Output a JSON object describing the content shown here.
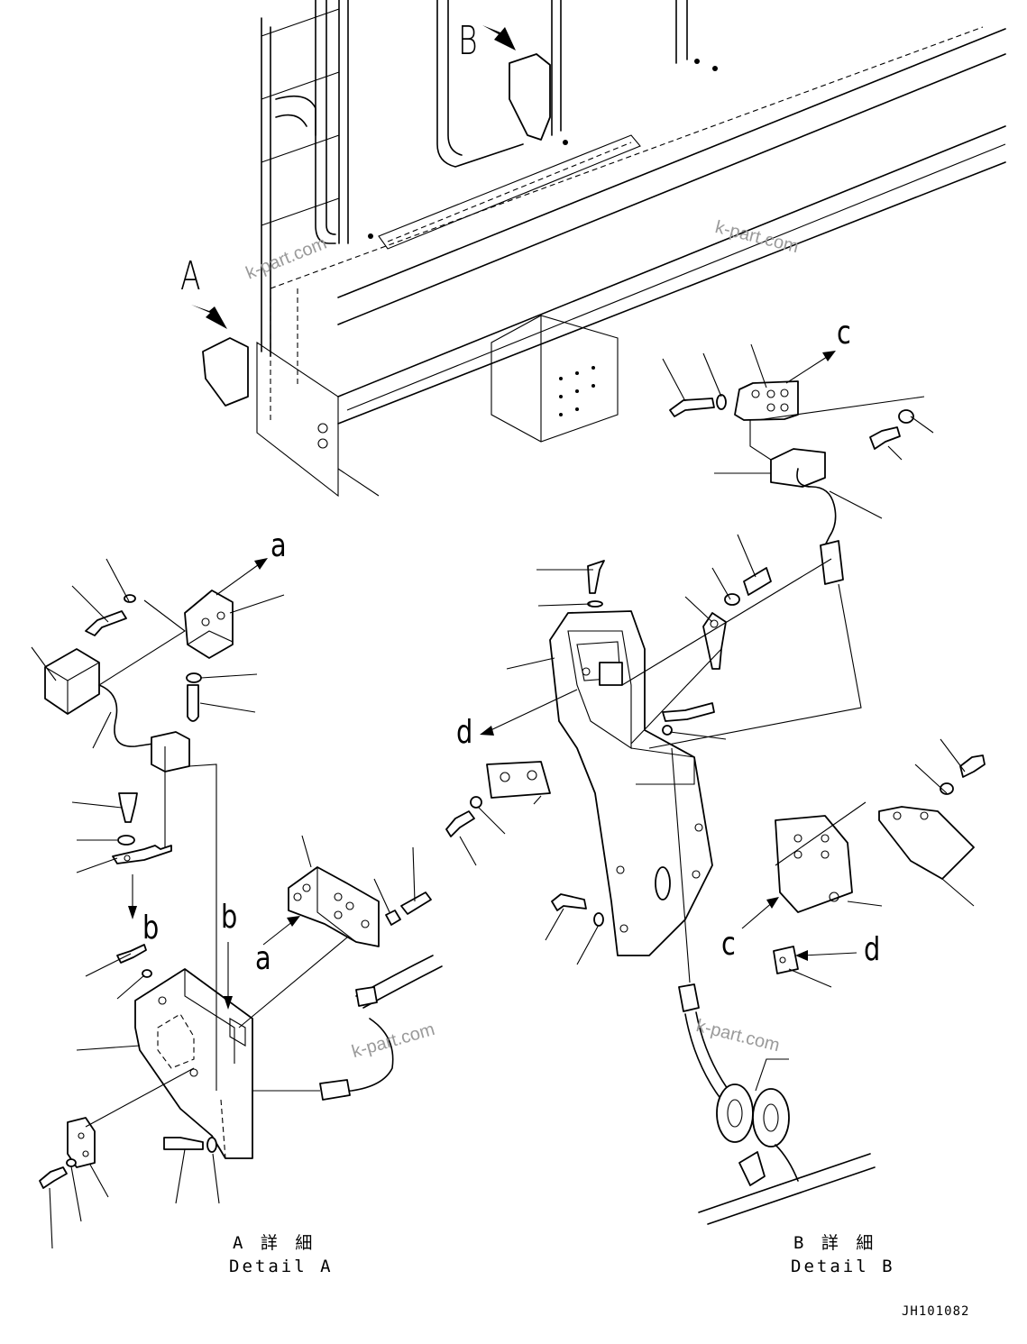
{
  "callouts": {
    "view_a": "A",
    "view_b": "B",
    "ref_a1": "a",
    "ref_a2": "a",
    "ref_b1": "b",
    "ref_b2": "b",
    "ref_c1": "c",
    "ref_c2": "c",
    "ref_d1": "d",
    "ref_d2": "d"
  },
  "details": {
    "a_jp": "A 詳 細",
    "a_en": "Detail A",
    "b_jp": "B 詳 細",
    "b_en": "Detail B"
  },
  "drawing_id": "JH101082",
  "watermarks": [
    "k-part.com",
    "k-part.com",
    "k-part.com",
    "k-part.com"
  ]
}
